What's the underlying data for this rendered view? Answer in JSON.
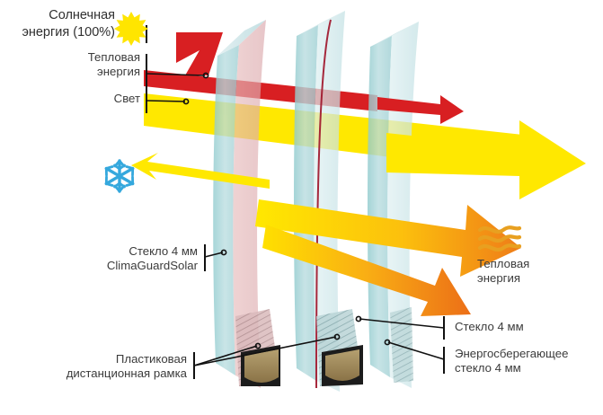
{
  "diagram": {
    "title": "Solar energy transmission through triple glazing unit",
    "language": "ru",
    "background_color": "#ffffff"
  },
  "labels": {
    "solar_energy": "Солнечная\nэнергия (100%)",
    "thermal_energy_in": "Тепловая\nэнергия",
    "light": "Свет",
    "glass_climaguard": "Стекло 4 мм\nClimaGuardSolar",
    "plastic_spacer": "Пластиковая\nдистанционная рамка",
    "glass_plain": "Стекло 4 мм",
    "glass_lowe": "Энергосберегающее\nстекло 4 мм",
    "thermal_energy_out": "Тепловая\nэнергия"
  },
  "icons": {
    "sun": "sun-icon",
    "snowflake": "snowflake-icon",
    "heat_waves": "heat-waves-icon"
  },
  "colors": {
    "sun_yellow": "#ffe500",
    "light_yellow": "#ffe800",
    "heat_red": "#d81f22",
    "thermal_dark_red": "#a01020",
    "orange": "#f07f1a",
    "glass_teal": "#7fc3c8",
    "glass_pale": "#cfe6ea",
    "glass_pink": "#e4b5b8",
    "snow_blue": "#35a8dd",
    "heat_wave_orange": "#e8a020",
    "leader_line": "#111111",
    "text": "#3b3b3b",
    "desiccant": "#9c8456"
  },
  "elements": {
    "glass_panes": [
      {
        "name": "pane-1-climaguard-solar",
        "label_ref": "glass_climaguard"
      },
      {
        "name": "pane-2-plain-glass",
        "label_ref": "glass_plain"
      },
      {
        "name": "pane-3-low-emissivity-glass",
        "label_ref": "glass_lowe"
      }
    ],
    "spacers": [
      {
        "name": "spacer-frame-1"
      },
      {
        "name": "spacer-frame-2"
      }
    ],
    "rays": [
      {
        "name": "incoming-thermal-ray",
        "color": "heat_red",
        "direction": "right"
      },
      {
        "name": "incoming-light-ray",
        "color": "light_yellow",
        "direction": "right"
      },
      {
        "name": "transmitted-thermal-arrow",
        "color": "heat_red",
        "direction": "right"
      },
      {
        "name": "transmitted-light-arrow",
        "color": "light_yellow",
        "direction": "right"
      },
      {
        "name": "reflected-light-arrow",
        "color": "light_yellow",
        "direction": "left"
      },
      {
        "name": "reradiated-heat-arrow-upper",
        "color": "orange",
        "direction": "right"
      },
      {
        "name": "reradiated-heat-arrow-lower",
        "color": "orange",
        "direction": "right"
      }
    ]
  }
}
